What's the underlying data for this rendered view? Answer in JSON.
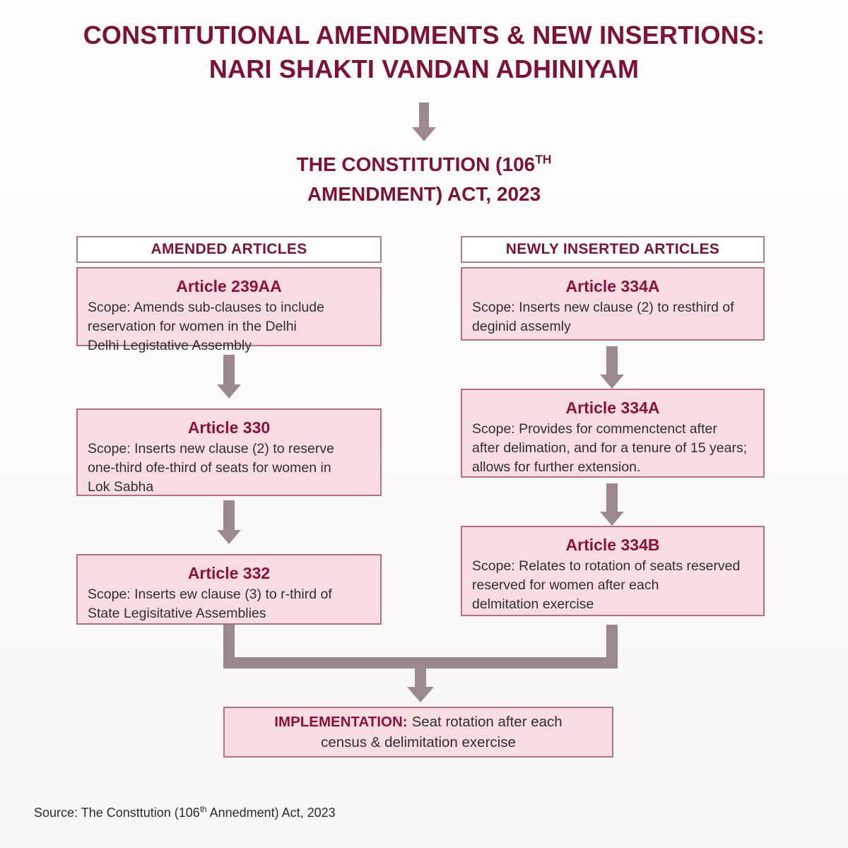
{
  "colors": {
    "maroon": "#7d1235",
    "box_fill": "#f7dde1",
    "box_border": "#b5707f",
    "arrow": "#9b898d",
    "background": "#fdfcfc",
    "body_text": "#2f2f33"
  },
  "header": {
    "title_line1": "CONSTITUTIONAL AMENDMENTS & NEW INSERTIONS:",
    "title_line2": "NARI SHAKTI VANDAN ADHINIYAM"
  },
  "subtitle": {
    "line1_before_sup": "THE CONSTITUTION (106",
    "line1_sup": "TH",
    "line2": "AMENDMENT) ACT, 2023"
  },
  "columns": [
    {
      "id": "amended",
      "header": "AMENDED ARTICLES",
      "boxes": [
        {
          "title": "Article 239AA",
          "scope": "Scope: Amends sub-clauses to include\nreservation for women in the Delhi\nDelhi Legistative Assembly"
        },
        {
          "title": "Article 330",
          "scope": "Scope: Inserts new clause (2) to reserve\none-third ofe-third of seats for women in\nLok Sabha"
        },
        {
          "title": "Article 332",
          "scope": "Scope: Inserts ew clause (3) to r-third of\nState Legisitative Assemblies"
        }
      ]
    },
    {
      "id": "newly-inserted",
      "header": "NEWLY INSERTED ARTICLES",
      "boxes": [
        {
          "title": "Article 334A",
          "scope": "Scope: Inserts new clause (2) to resthird of\ndeginid assemly"
        },
        {
          "title": "Article 334A",
          "scope": "Scope: Provides for commenctenct after\nafter delimation, and for a tenure of 15 years;\nallows for further extension."
        },
        {
          "title": "Article 334B",
          "scope": "Scope: Relates to rotation of seats reserved\nreserved for women after each\ndelmitation exercise"
        }
      ]
    }
  ],
  "implementation": {
    "label": "IMPLEMENTATION:",
    "text_line1": "Seat rotation after each",
    "text_line2": "census & delimitation exercise"
  },
  "source": {
    "before_sup": "Source: The Consttution (106",
    "sup": "th",
    "after_sup": " Annedment) Act, 2023"
  }
}
